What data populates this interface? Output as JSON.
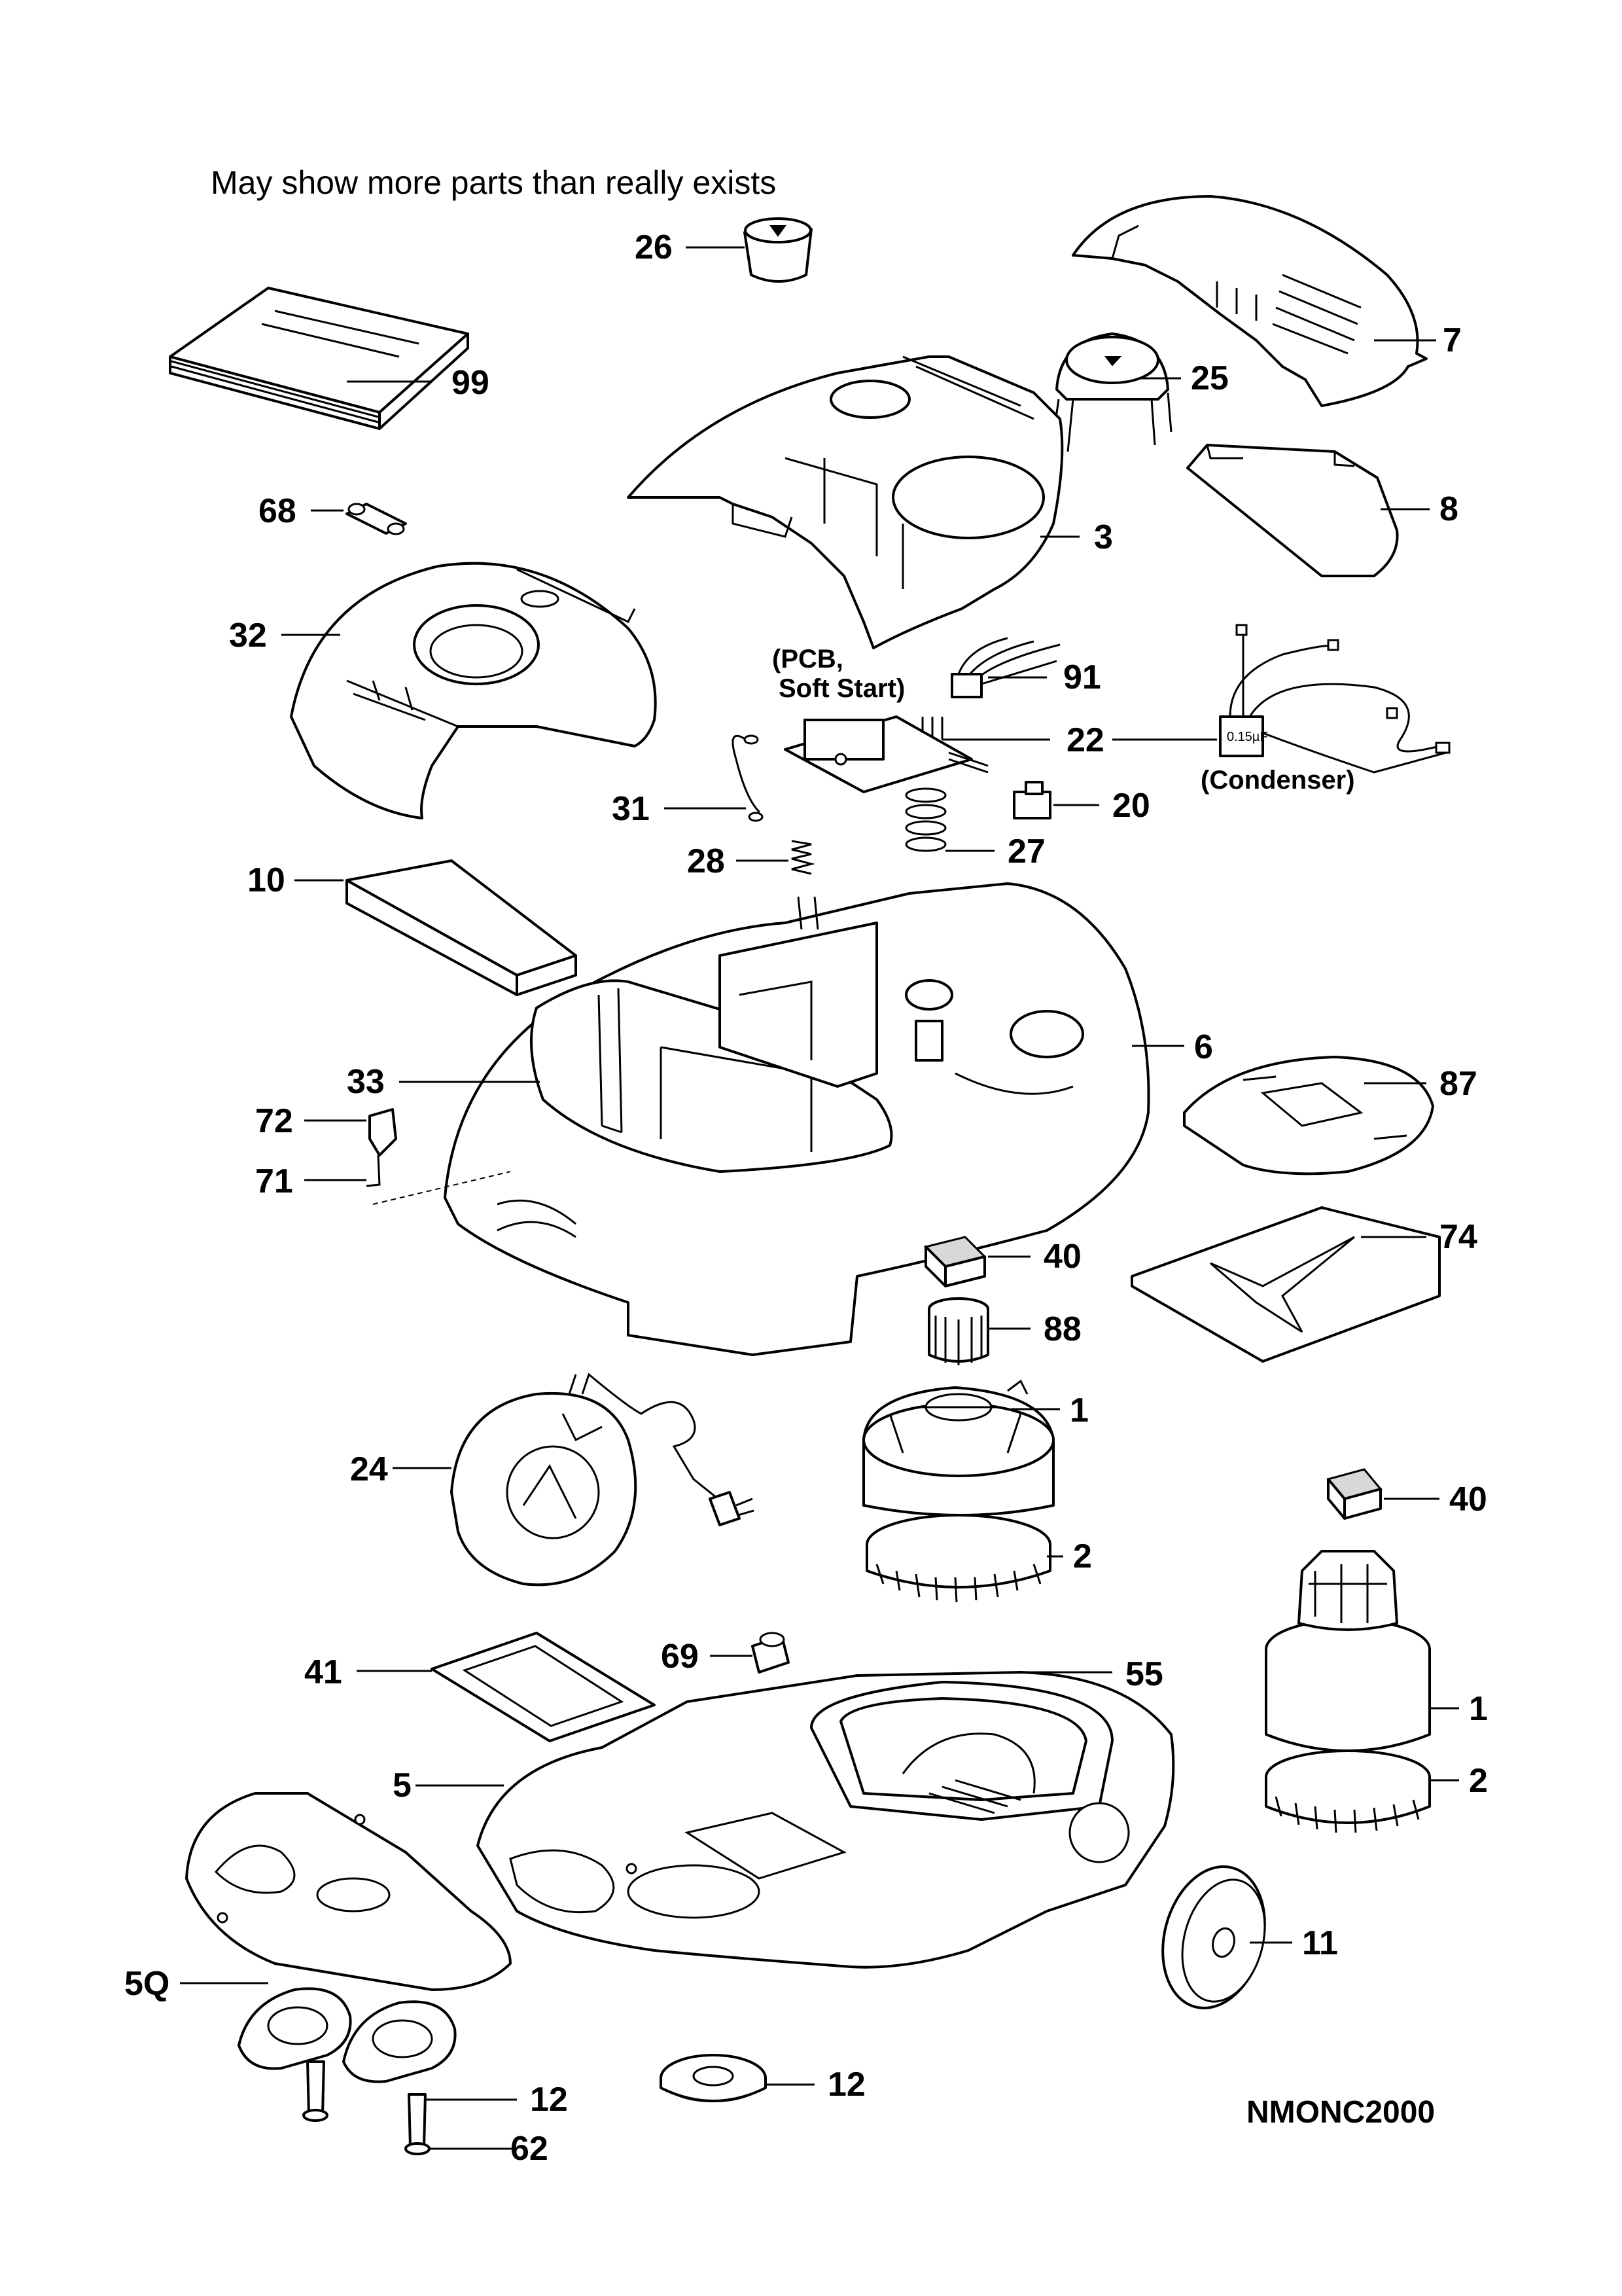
{
  "header_note": "May show more parts than really exists",
  "diagram_code": "NMONC2000",
  "captions": {
    "pcb_line1": "(PCB,",
    "pcb_line2": "Soft Start)",
    "condenser": "(Condenser)",
    "condenser_value": "0.15µF"
  },
  "parts": {
    "p26": "26",
    "p7": "7",
    "p99": "99",
    "p25": "25",
    "p68": "68",
    "p8": "8",
    "p3": "3",
    "p32": "32",
    "p91": "91",
    "p22": "22",
    "p31": "31",
    "p20": "20",
    "p28": "28",
    "p27": "27",
    "p10": "10",
    "p6": "6",
    "p33": "33",
    "p87": "87",
    "p72": "72",
    "p71": "71",
    "p74": "74",
    "p40a": "40",
    "p88": "88",
    "p1a": "1",
    "p24": "24",
    "p40b": "40",
    "p2a": "2",
    "p69": "69",
    "p41": "41",
    "p55": "55",
    "p1b": "1",
    "p5": "5",
    "p2b": "2",
    "p11": "11",
    "p5q": "5Q",
    "p12a": "12",
    "p12b": "12",
    "p62": "62"
  }
}
